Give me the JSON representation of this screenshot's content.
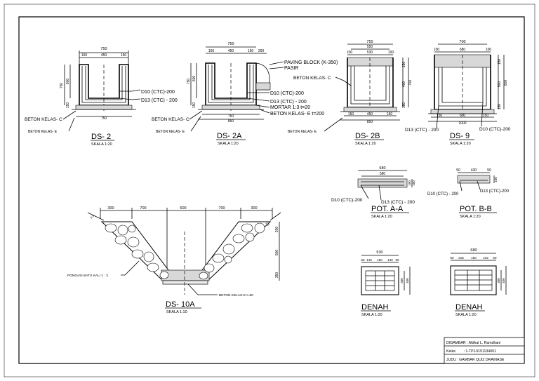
{
  "ds2": {
    "title": "DS- 2",
    "scale": "SKALA 1:20",
    "dims": {
      "w": "750",
      "a": "150",
      "b": "450",
      "c": "150",
      "h1": "750",
      "h2": "600",
      "base": "150",
      "bw": "750"
    },
    "labels": {
      "d10": "D10 (CTC)-200",
      "d13": "D13 (CTC) - 200",
      "beton_c": "BETON KELAS- C",
      "beton_e": "BETON KELAS- E"
    }
  },
  "ds2a": {
    "title": "DS- 2A",
    "scale": "SKALA 1:20",
    "dims": {
      "w": "750",
      "a": "150",
      "b": "450",
      "c": "150",
      "d": "200",
      "h1": "750",
      "h2": "600",
      "base": "150",
      "bw": "750",
      "bw2": "850"
    },
    "labels": {
      "paving": "PAVING BLOCK (K-350)",
      "pasir": "PASIR",
      "d10": "D10 (CTC)-200",
      "d13": "D13 (CTC) - 200",
      "mortar": "MORTAR 1:3 t=20",
      "beton_e_t": "BETON KELAS- E t=200",
      "beton_c": "BETON KELAS- C",
      "beton_e": "BETON KELAS- E"
    }
  },
  "ds2b": {
    "title": "DS- 2B",
    "scale": "SKALA 1:20",
    "dims": {
      "w": "750",
      "w2": "550",
      "a": "100",
      "b": "530",
      "c": "100",
      "h1": "750",
      "h2": "400",
      "h3": "150",
      "base": "150",
      "bw1": "150",
      "bw2": "450",
      "bw3": "150",
      "bw4": "850"
    },
    "labels": {
      "beton_c": "BETON KELAS- C",
      "beton_e": "BETON KELAS- E"
    }
  },
  "ds9": {
    "title": "DS- 9",
    "scale": "SKALA 1:20",
    "dims": {
      "w": "700",
      "a": "100",
      "b": "680",
      "c": "100",
      "h1": "800",
      "h2": "500",
      "h3": "150",
      "base": "150",
      "bw1": "150",
      "bw2": "600",
      "bw3": "150",
      "bw4": "1000"
    },
    "labels": {
      "d13": "D13 (CTC) - 200",
      "d10": "D10 (CTC)-200"
    }
  },
  "pota": {
    "title": "POT. A-A",
    "scale": "SKALA 1:20",
    "dims": {
      "w": "680",
      "b": "580",
      "h1": "100",
      "h2": "100"
    },
    "labels": {
      "d10": "D10 (CTC)-200",
      "d13": "D13 (CTC) - 200"
    }
  },
  "potb": {
    "title": "POT. B-B",
    "scale": "SKALA 1:20",
    "dims": {
      "a": "50",
      "b": "430",
      "c": "50",
      "h": "100"
    },
    "labels": {
      "d10": "D10 (CTC) - 200",
      "d13": "D13 (CTC)-200"
    }
  },
  "denah1": {
    "title": "DENAH",
    "scale": "SKALA 1:20",
    "dims": {
      "w": "530",
      "a": "50",
      "b": "140",
      "c": "150",
      "d": "140",
      "e": "50",
      "h1": "300",
      "h2": "400"
    }
  },
  "denah2": {
    "title": "DENAH",
    "scale": "SKALA 1:20",
    "dims": {
      "w": "680",
      "a": "50",
      "b": "215",
      "c": "150",
      "d": "215",
      "e": "50",
      "h1": "300",
      "h2": "400"
    }
  },
  "ds10a": {
    "title": "DS- 10A",
    "scale": "SKALA 1:10",
    "dims": {
      "a": "300",
      "b": "700",
      "c": "500",
      "d": "700",
      "e": "300",
      "h1": "200",
      "h2": "500",
      "h3": "350",
      "slope": "1:1"
    },
    "labels": {
      "pondasi": "PONDASI BATU KALI 1 : 3",
      "beton": "BETON KELAS-E t=50"
    }
  },
  "titleblock": {
    "drawn": "DIGAMBAR : Afdhal L. Ramdhani",
    "kelas": "Kelas        : 1-TPJJ/151134001",
    "judul": "JUDU : GAMBAR QUIZ DRAINASE"
  }
}
